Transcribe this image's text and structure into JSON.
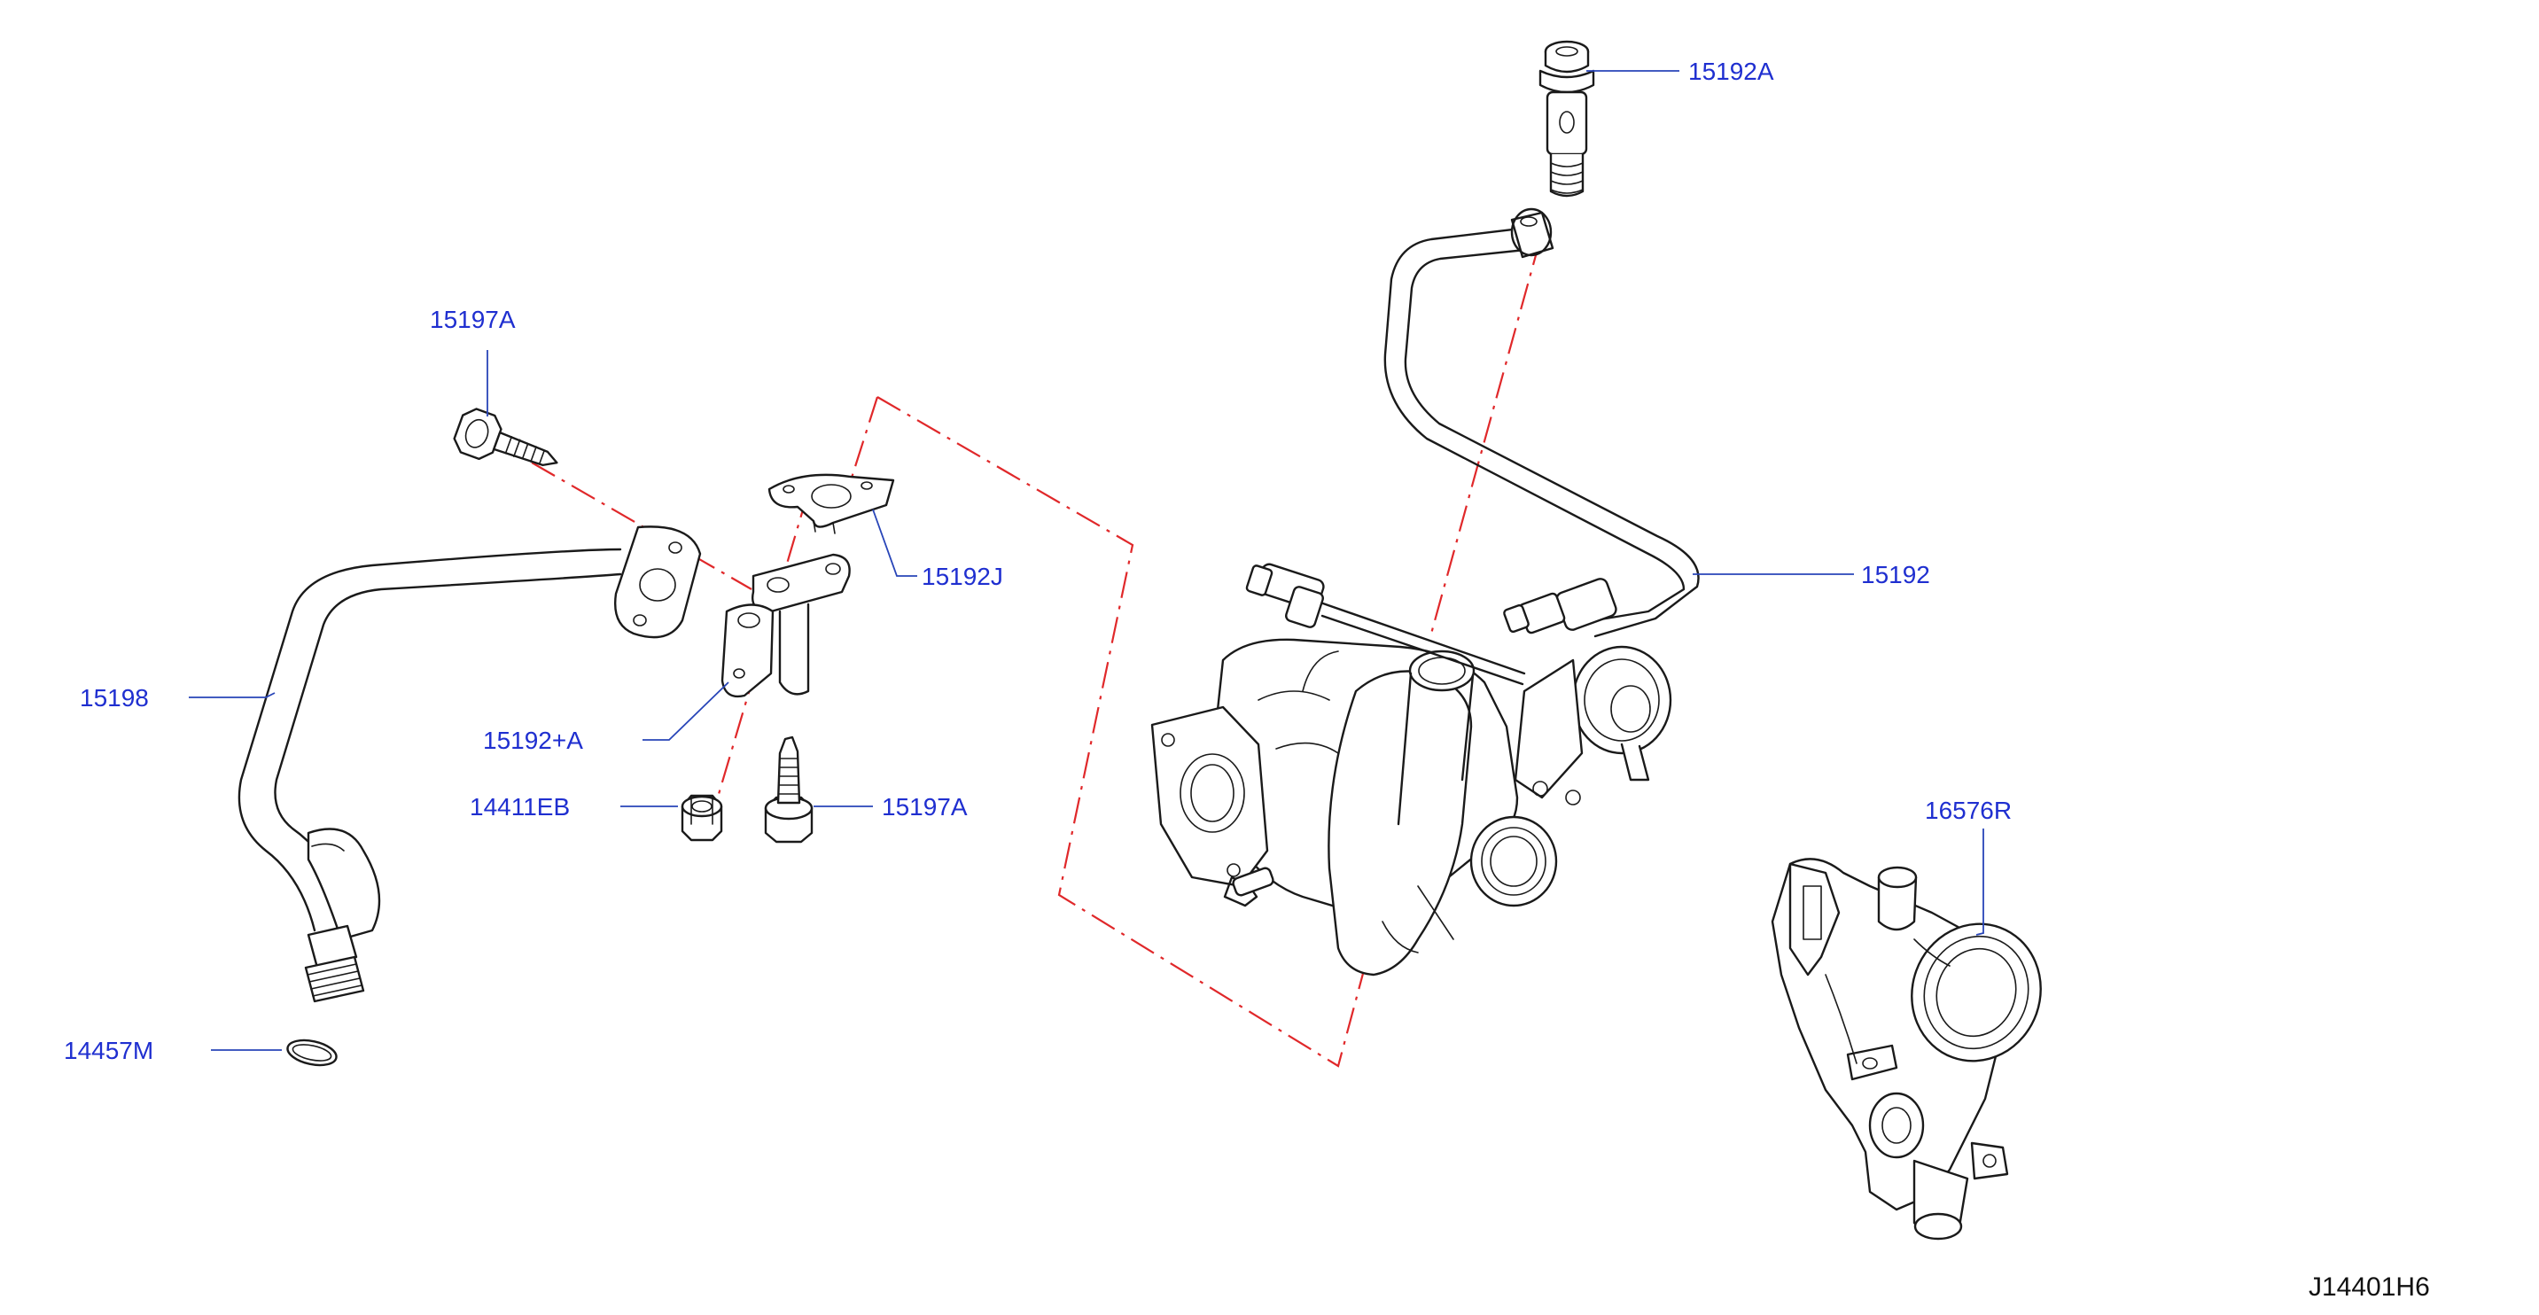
{
  "diagram": {
    "callouts": [
      {
        "id": "15192A_top",
        "text": "15192A"
      },
      {
        "id": "15197A_top",
        "text": "15197A"
      },
      {
        "id": "15192J",
        "text": "15192J"
      },
      {
        "id": "15192",
        "text": "15192"
      },
      {
        "id": "15198",
        "text": "15198"
      },
      {
        "id": "15192pA",
        "text": "15192+A"
      },
      {
        "id": "14411EB",
        "text": "14411EB"
      },
      {
        "id": "15197A_bottom",
        "text": "15197A"
      },
      {
        "id": "16576R",
        "text": "16576R"
      },
      {
        "id": "14457M",
        "text": "14457M"
      }
    ],
    "reference_code": "J14401H6",
    "colors": {
      "callout_text": "#1f2fd0",
      "leader_line": "#2845b8",
      "phantom_line": "#e0282a",
      "part_outline": "#1a1a1a"
    }
  }
}
